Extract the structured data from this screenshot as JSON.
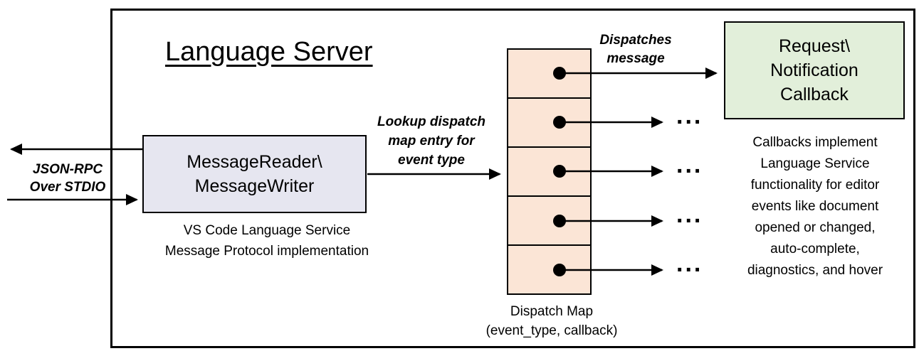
{
  "diagram": {
    "title": "Language Server",
    "io_label": "JSON-RPC\nOver STDIO",
    "message_box": {
      "label": "MessageReader\\\nMessageWriter",
      "caption": "VS Code Language Service\nMessage Protocol implementation"
    },
    "lookup_label": "Lookup dispatch\nmap entry for\nevent type",
    "dispatches_label": "Dispatches\nmessage",
    "dispatch_map": {
      "caption": "Dispatch Map\n(event_type, callback)",
      "row_count": 5
    },
    "callback_box": {
      "label": "Request\\\nNotification\nCallback"
    },
    "ellipsis": "...",
    "callbacks_note": "Callbacks implement\nLanguage Service\nfunctionality for editor\nevents like document\nopened or changed,\nauto-complete,\ndiagnostics, and hover",
    "colors": {
      "message_box_fill": "#e6e6f0",
      "dispatch_cell_fill": "#fbe5d6",
      "callback_box_fill": "#e2efda",
      "line": "#000000"
    }
  }
}
